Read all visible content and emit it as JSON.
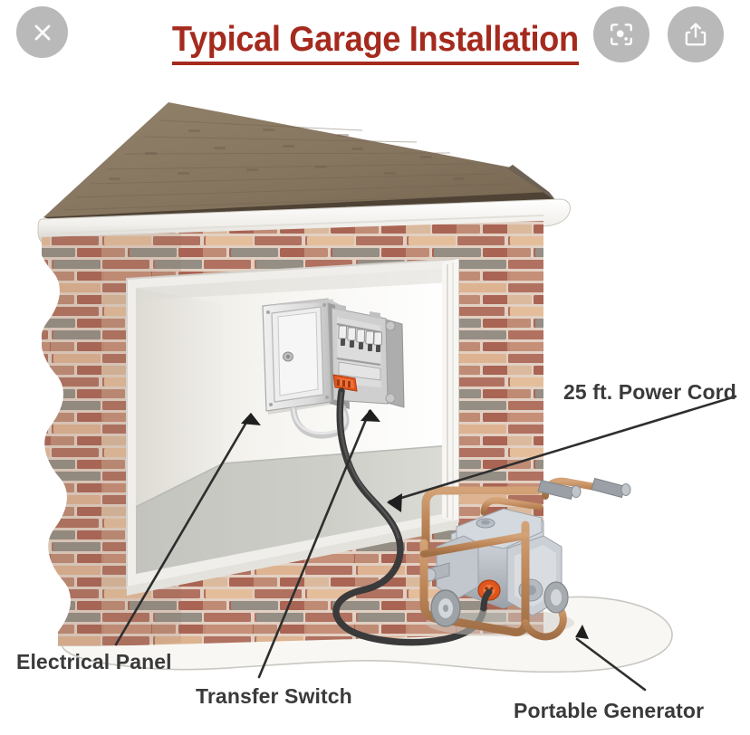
{
  "overlay": {
    "close_icon": "close-icon",
    "lens_icon": "google-lens-icon",
    "share_icon": "share-icon"
  },
  "title": "Typical Garage Installation",
  "illustration": {
    "alt": "Cutaway illustration of a brick garage showing an electrical panel and transfer switch on the interior wall connected by a power cord to a portable generator outside",
    "subject": "typical-garage-generator-installation-diagram"
  },
  "callouts": {
    "electrical_panel": "Electrical Panel",
    "transfer_switch": "Transfer Switch",
    "portable_generator": "Portable Generator",
    "power_cord": "25 ft. Power Cord"
  },
  "colors": {
    "title": "#a52a1e",
    "chip": "#b9b9b9",
    "roof_shingle": "#8b7a62",
    "roof_shingle_dark": "#6e5f4b",
    "fascia": "#f2f0ec",
    "brick_base": "#c4a18c",
    "brick_red": "#a4564a",
    "brick_tan": "#e6c9a8",
    "brick_grey": "#8f9188",
    "mortar": "#e8ddd2",
    "wall_interior": "#f4f2ee",
    "floor": "#c9cac4",
    "ground": "#f7f6f3",
    "panel_body": "#d8d8d8",
    "panel_side": "#9a9a9a",
    "generator_frame": "#c08a5e",
    "generator_body": "#c6cad0",
    "outlet_orange": "#e8571f",
    "cord": "#3b3b3b",
    "leader": "#2e2e2e"
  }
}
